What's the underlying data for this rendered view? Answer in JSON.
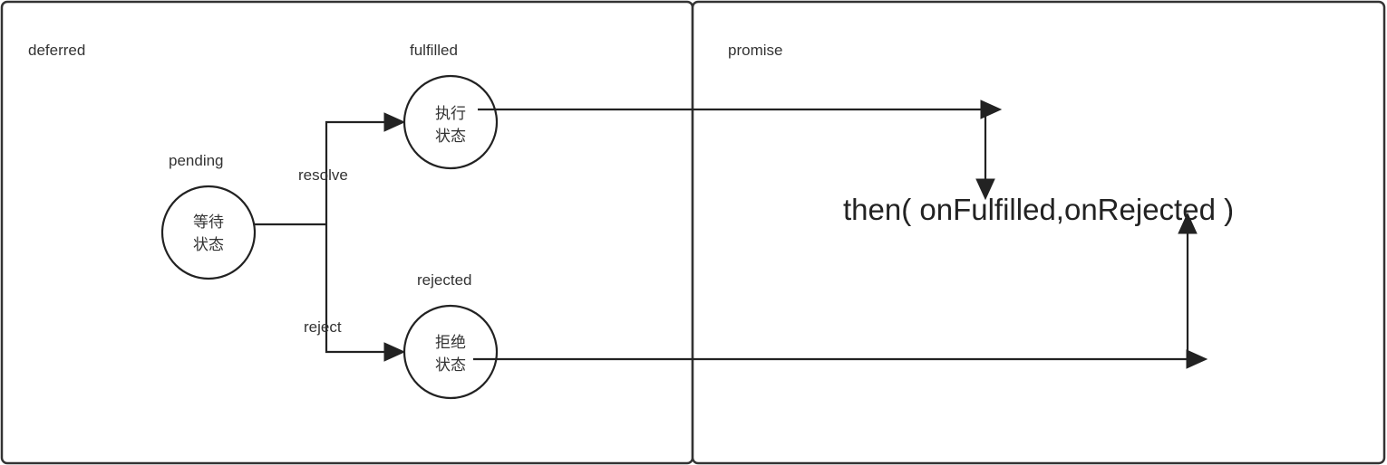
{
  "panels": {
    "left_title": "deferred",
    "right_title": "promise"
  },
  "states": {
    "pending": {
      "label": "pending",
      "line1": "等待",
      "line2": "状态"
    },
    "fulfilled": {
      "label": "fulfilled",
      "line1": "执行",
      "line2": "状态"
    },
    "rejected": {
      "label": "rejected",
      "line1": "拒绝",
      "line2": "状态"
    }
  },
  "transitions": {
    "resolve": "resolve",
    "reject": "reject"
  },
  "promise": {
    "method_text": "then( onFulfilled,onRejected )"
  },
  "colors": {
    "stroke": "#222222",
    "panel_border": "#333333",
    "text": "#333333",
    "background": "#ffffff"
  }
}
